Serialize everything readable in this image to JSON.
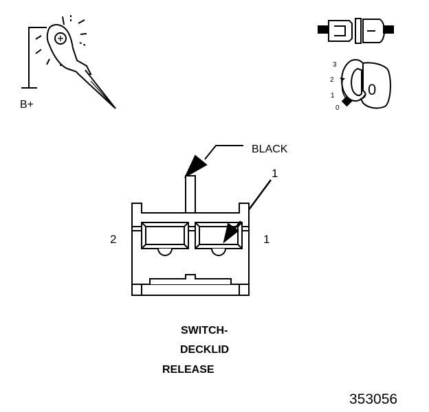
{
  "test_light": {
    "supply_label": "B+"
  },
  "ignition": {
    "positions": [
      "3",
      "2",
      "1",
      "0"
    ],
    "key_symbol": "0"
  },
  "connector": {
    "wire_color_label": "BLACK",
    "callout_number": "1",
    "cavity_left_label": "2",
    "cavity_right_label": "1"
  },
  "caption": {
    "line1": "SWITCH-",
    "line2": "DECKLID",
    "line3": "RELEASE"
  },
  "figure_number": "353056"
}
